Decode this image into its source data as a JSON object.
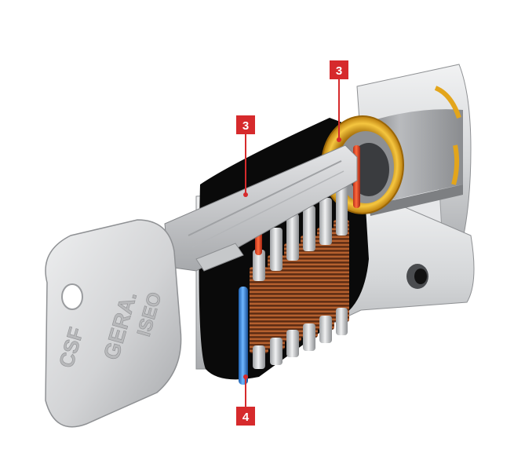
{
  "key": {
    "brand_lines": [
      "CSF",
      "GERA.",
      "ISEO"
    ]
  },
  "callouts": [
    {
      "id": "3a",
      "label": "3"
    },
    {
      "id": "3b",
      "label": "3"
    },
    {
      "id": "4",
      "label": "4"
    }
  ],
  "colors": {
    "callout_fill": "#d62a2c",
    "red_pin": "#e8421f",
    "blue_pin": "#2f80d8",
    "brass_ring": "#e3a51b",
    "cylinder_body": "#cfd1d3",
    "housing_dark": "#0a0a0a",
    "spring": "#8a4322",
    "key_silver": "#d2d3d5"
  },
  "icons": {
    "key": "key-icon",
    "cylinder": "lock-cylinder-icon"
  }
}
